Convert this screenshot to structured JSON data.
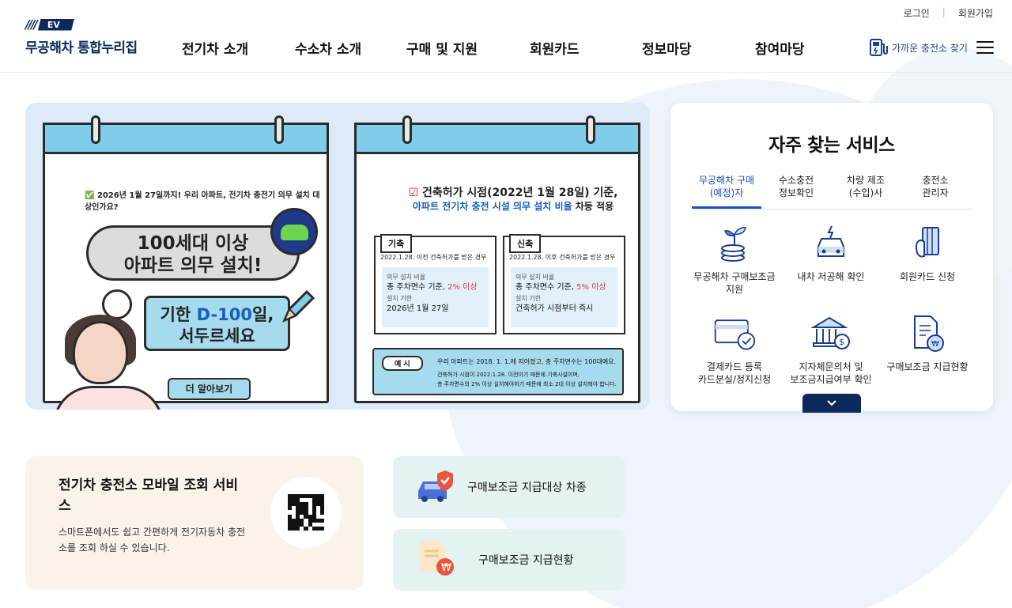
{
  "header": {
    "top_links": [
      "로그인",
      "회원가입"
    ],
    "logo_badge": "EV",
    "logo_title": "무공해차 통합누리집",
    "nav": [
      "전기차 소개",
      "수소차 소개",
      "구매 및 지원",
      "회원카드",
      "정보마당",
      "참여마당"
    ],
    "charger_find": "가까운 충전소 찾기"
  },
  "banner": {
    "left": {
      "question": "2026년 1월 27일까지! 우리 아파트, 전기차 충전기 의무 설치 대상인가요?",
      "headline1_line1": "100세대 이상",
      "headline1_line2": "아파트 의무 설치!",
      "deadline_prefix": "기한 ",
      "deadline_highlight": "D-100",
      "deadline_suffix": "일,",
      "deadline_line2": "서두르세요",
      "more_button": "더 알아보기"
    },
    "right": {
      "title_line1": "건축허가 시점(2022년 1월 28일) 기준,",
      "title_line2_highlight": "아파트 전기차 충전 시설 의무 설치 비율",
      "title_line2_suffix": " 차등 적용",
      "existing": {
        "tag": "기축",
        "header": "2022.1.28. 이전 건축허가를 받은 경우",
        "ratio_label": "의무 설치 비율",
        "ratio_prefix": "총 주차면수 기준, ",
        "ratio_value": "2% 이상",
        "deadline_label": "설치 기한",
        "deadline_value": "2026년 1월 27일"
      },
      "new": {
        "tag": "신축",
        "header": "2022.1.28. 이후 건축허가를 받은 경우",
        "ratio_label": "의무 설치 비율",
        "ratio_prefix": "총 주차면수 기준, ",
        "ratio_value": "5% 이상",
        "deadline_label": "설치 기한",
        "deadline_value": "건축허가 시점부터 즉시"
      },
      "example": {
        "tag": "예 시",
        "line1": "우리 아파트는 2018. 1. 1.에 지어졌고, 총 주차면수는 100대예요.",
        "line2": "건축허가 시점이 2022.1.28. 이전이기 때문에 기축시설이며,",
        "line3": "총 주차면수의 2% 이상 설치해야하기 때문에 최소 2대 이상 설치해야 합니다."
      }
    }
  },
  "services": {
    "title": "자주 찾는 서비스",
    "tabs": [
      {
        "label": "무공해차 구매\n(예정)자",
        "active": true
      },
      {
        "label": "수소충전\n정보확인",
        "active": false
      },
      {
        "label": "차량 제조\n(수입)사",
        "active": false
      },
      {
        "label": "충전소\n관리자",
        "active": false
      }
    ],
    "items": [
      {
        "label": "무공해차 구매보조금\n지원",
        "icon": "coin-plant-icon"
      },
      {
        "label": "내차 저공해 확인",
        "icon": "car-charge-icon"
      },
      {
        "label": "회원카드 신청",
        "icon": "card-hand-icon"
      },
      {
        "label": "결제카드 등록\n카드분실/정지신청",
        "icon": "card-check-icon"
      },
      {
        "label": "지자체문의처 및\n보조금지급여부 확인",
        "icon": "bank-icon"
      },
      {
        "label": "구매보조금 지급현황",
        "icon": "document-won-icon"
      }
    ]
  },
  "mobile": {
    "title": "전기차 충전소 모바일 조회 서비스",
    "desc": "스마트폰에서도 쉽고 간편하게 전기자동차 충전소를 조회 하실 수 있습니다."
  },
  "links": {
    "eligible_cars": "구매보조금 지급대상 차종",
    "payment_status": "구매보조금 지급현황"
  },
  "colors": {
    "brand": "#0b2a5b",
    "accent": "#1a4ec0",
    "banner_bg": "#dcebf7"
  }
}
